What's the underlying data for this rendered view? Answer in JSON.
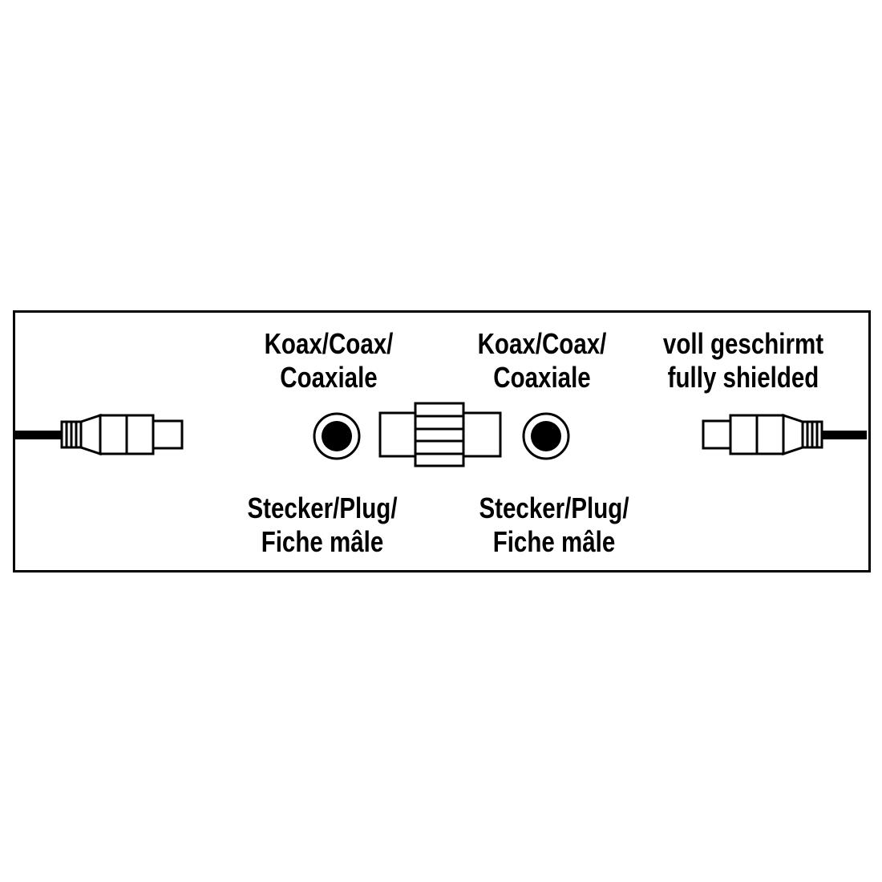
{
  "labels": {
    "top_left": {
      "line1": "Koax/Coax/",
      "line2": "Coaxiale"
    },
    "top_middle": {
      "line1": "Koax/Coax/",
      "line2": "Coaxiale"
    },
    "top_right": {
      "line1": "voll geschirmt",
      "line2": "fully shielded"
    },
    "bottom_left": {
      "line1": "Stecker/Plug/",
      "line2": "Fiche mâle"
    },
    "bottom_middle": {
      "line1": "Stecker/Plug/",
      "line2": "Fiche mâle"
    }
  },
  "icons": {
    "left_plug": "coax-female-plug-icon",
    "left_socket": "coax-socket-icon",
    "coupler": "coax-coupler-icon",
    "right_socket": "coax-socket-icon",
    "right_plug": "coax-female-plug-icon"
  },
  "colors": {
    "line": "#000000",
    "background": "#ffffff"
  }
}
